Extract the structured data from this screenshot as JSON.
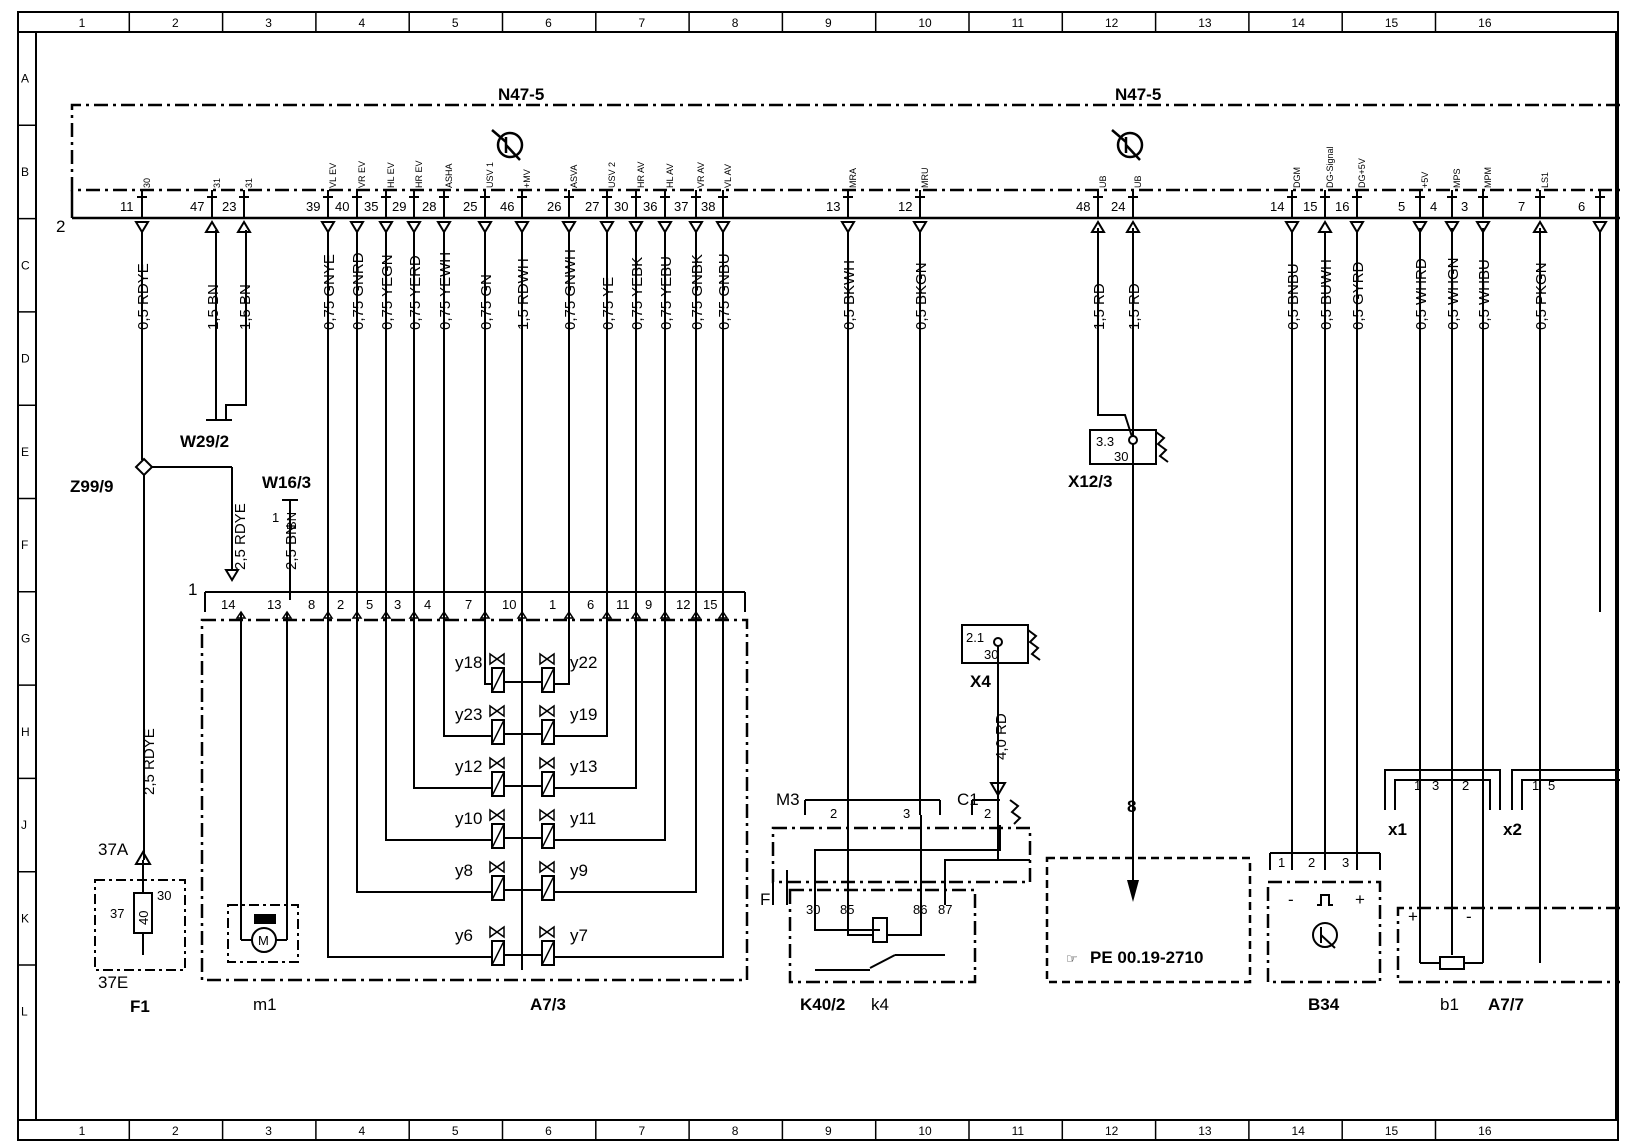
{
  "grid": {
    "columns": [
      "1",
      "2",
      "3",
      "4",
      "5",
      "6",
      "7",
      "8",
      "9",
      "10",
      "11",
      "12",
      "13",
      "14",
      "15",
      "16"
    ],
    "rows": [
      "A",
      "B",
      "C",
      "D",
      "E",
      "F",
      "G",
      "H",
      "J",
      "K",
      "L"
    ]
  },
  "modules": {
    "left_title": "N47-5",
    "right_title": "N47-5",
    "connector": "2"
  },
  "wires": [
    {
      "pin": "11",
      "sig": "30",
      "wire": "0,5 RDYE"
    },
    {
      "pin": "47",
      "sig": "31",
      "wire": "1,5 BN"
    },
    {
      "pin": "23",
      "sig": "31",
      "wire": "1,5 BN"
    },
    {
      "pin": "39",
      "sig": "VL EV",
      "wire": "0,75 GNYE"
    },
    {
      "pin": "40",
      "sig": "VR EV",
      "wire": "0,75 GNRD"
    },
    {
      "pin": "35",
      "sig": "HL EV",
      "wire": "0,75 YEGN"
    },
    {
      "pin": "29",
      "sig": "HR EV",
      "wire": "0,75 YERD"
    },
    {
      "pin": "28",
      "sig": "ASHA",
      "wire": "0,75 YEWH"
    },
    {
      "pin": "25",
      "sig": "USV 1",
      "wire": "0,75 GN"
    },
    {
      "pin": "46",
      "sig": "+MV",
      "wire": "1,5 RDWH"
    },
    {
      "pin": "26",
      "sig": "ASVA",
      "wire": "0,75 GNWH"
    },
    {
      "pin": "27",
      "sig": "USV 2",
      "wire": "0,75 YE"
    },
    {
      "pin": "30",
      "sig": "HR AV",
      "wire": "0,75 YEBK"
    },
    {
      "pin": "36",
      "sig": "HL AV",
      "wire": "0,75 YEBU"
    },
    {
      "pin": "37",
      "sig": "VR AV",
      "wire": "0,75 GNBK"
    },
    {
      "pin": "38",
      "sig": "VL AV",
      "wire": "0,75 GNBU"
    },
    {
      "pin": "13",
      "sig": "MRA",
      "wire": "0,5 BKWH"
    },
    {
      "pin": "12",
      "sig": "MRU",
      "wire": "0,5 BKGN"
    },
    {
      "pin": "48",
      "sig": "UB",
      "wire": "1,5 RD"
    },
    {
      "pin": "24",
      "sig": "UB",
      "wire": "1,5 RD"
    },
    {
      "pin": "14",
      "sig": "DGM",
      "wire": "0,5 BNBU"
    },
    {
      "pin": "15",
      "sig": "DG-Signal",
      "wire": "0,5 BUWH"
    },
    {
      "pin": "16",
      "sig": "DG+5V",
      "wire": "0,5 GYRD"
    },
    {
      "pin": "5",
      "sig": "+5V",
      "wire": "0,5 WHRD"
    },
    {
      "pin": "4",
      "sig": "MPS",
      "wire": "0,5 WHGN"
    },
    {
      "pin": "3",
      "sig": "MPM",
      "wire": "0,5 WHBU"
    },
    {
      "pin": "7",
      "sig": "LS1",
      "wire": "0,5 PKGN"
    },
    {
      "pin": "6",
      "sig": "",
      "wire": ""
    }
  ],
  "labels": {
    "z99": "Z99/9",
    "w29": "W29/2",
    "w16": "W16/3",
    "w16_pin": "1",
    "w16_wire": "BN",
    "x12": "X12/3",
    "x12_pin_a": "3.3",
    "x12_pin_b": "30",
    "x4": "X4",
    "x4_pin_a": "2.1",
    "x4_pin_b": "30",
    "f1": "F1",
    "f1_37a": "37A",
    "f1_37e": "37E",
    "f1_37": "37",
    "f1_40": "40",
    "f1_30": "30",
    "m1": "m1",
    "a73": "A7/3",
    "k402": "K40/2",
    "k4": "k4",
    "b34": "B34",
    "b1": "b1",
    "a77": "A7/7",
    "x1": "x1",
    "x2": "x2",
    "m3": "M3",
    "c1": "C1",
    "f_conn": "F",
    "ref8": "8",
    "pe": "PE 00.19-2710",
    "a73_conn": "1"
  },
  "f1_wires": {
    "upper": "0,5 RDYE",
    "lower": "2,5 RDYE",
    "branch": "2,5 RDYE",
    "w16_wire": "2,5 BN",
    "x4_wire": "4,0 RD"
  },
  "a73_pins": [
    "14",
    "13",
    "8",
    "2",
    "5",
    "3",
    "4",
    "7",
    "10",
    "1",
    "6",
    "11",
    "9",
    "12",
    "15"
  ],
  "valves": {
    "left": [
      "y18",
      "y23",
      "y12",
      "y10",
      "y8",
      "y6"
    ],
    "right": [
      "y22",
      "y19",
      "y13",
      "y11",
      "y9",
      "y7"
    ]
  },
  "k40_pins": [
    "30",
    "85",
    "86",
    "87"
  ],
  "m3_pins": [
    "2",
    "3"
  ],
  "c1_pin": "2",
  "b34_pins": [
    "1",
    "2",
    "3"
  ],
  "b34_signs": [
    "-",
    "+"
  ],
  "x1_pins": [
    "1",
    "3",
    "2"
  ],
  "x2_pins": [
    "1",
    "5"
  ],
  "a77_signs": [
    "+",
    "-"
  ]
}
